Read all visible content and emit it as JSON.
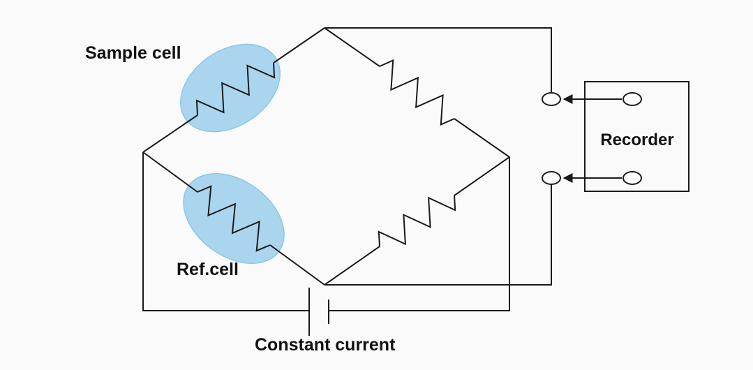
{
  "diagram": {
    "labels": {
      "sample_cell": "Sample cell",
      "ref_cell": "Ref.cell",
      "recorder": "Recorder",
      "constant_current": "Constant current"
    },
    "colors": {
      "background": "#fafafa",
      "line": "#1a1a1a",
      "cell_fill": "#a9d5ee",
      "cell_stroke": "#8ec6e6",
      "terminal_fill": "#ffffff",
      "text": "#111111"
    }
  }
}
